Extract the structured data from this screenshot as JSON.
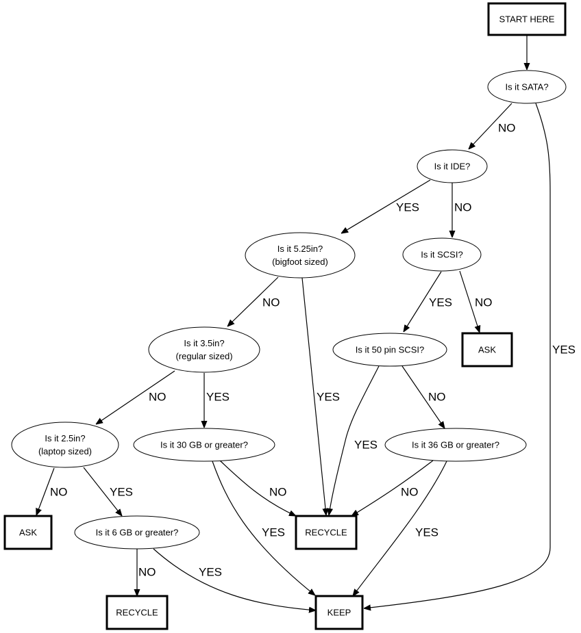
{
  "diagram": {
    "title": "Hard drive recycle decision flowchart",
    "nodes": [
      {
        "id": "start",
        "shape": "box",
        "lines": [
          "START HERE"
        ]
      },
      {
        "id": "sata",
        "shape": "ellipse",
        "lines": [
          "Is it SATA?"
        ]
      },
      {
        "id": "ide",
        "shape": "ellipse",
        "lines": [
          "Is it IDE?"
        ]
      },
      {
        "id": "in525",
        "shape": "ellipse",
        "lines": [
          "Is it 5.25in?",
          "(bigfoot sized)"
        ]
      },
      {
        "id": "scsi",
        "shape": "ellipse",
        "lines": [
          "Is it SCSI?"
        ]
      },
      {
        "id": "in35",
        "shape": "ellipse",
        "lines": [
          "Is it 3.5in?",
          "(regular sized)"
        ]
      },
      {
        "id": "pin50",
        "shape": "ellipse",
        "lines": [
          "Is it 50 pin SCSI?"
        ]
      },
      {
        "id": "ask1",
        "shape": "box",
        "lines": [
          "ASK"
        ]
      },
      {
        "id": "in25",
        "shape": "ellipse",
        "lines": [
          "Is it 2.5in?",
          "(laptop sized)"
        ]
      },
      {
        "id": "gb30",
        "shape": "ellipse",
        "lines": [
          "Is it 30 GB or greater?"
        ]
      },
      {
        "id": "gb36",
        "shape": "ellipse",
        "lines": [
          "Is it 36 GB or greater?"
        ]
      },
      {
        "id": "ask2",
        "shape": "box",
        "lines": [
          "ASK"
        ]
      },
      {
        "id": "gb6",
        "shape": "ellipse",
        "lines": [
          "Is it 6 GB or greater?"
        ]
      },
      {
        "id": "recycle1",
        "shape": "box",
        "lines": [
          "RECYCLE"
        ]
      },
      {
        "id": "recycle2",
        "shape": "box",
        "lines": [
          "RECYCLE"
        ]
      },
      {
        "id": "keep",
        "shape": "box",
        "lines": [
          "KEEP"
        ]
      }
    ],
    "edges": [
      {
        "from": "start",
        "to": "sata",
        "label": ""
      },
      {
        "from": "sata",
        "to": "ide",
        "label": "NO"
      },
      {
        "from": "sata",
        "to": "keep",
        "label": "YES"
      },
      {
        "from": "ide",
        "to": "in525",
        "label": "YES"
      },
      {
        "from": "ide",
        "to": "scsi",
        "label": "NO"
      },
      {
        "from": "in525",
        "to": "in35",
        "label": "NO"
      },
      {
        "from": "in525",
        "to": "recycle1",
        "label": "YES"
      },
      {
        "from": "scsi",
        "to": "pin50",
        "label": "YES"
      },
      {
        "from": "scsi",
        "to": "ask1",
        "label": "NO"
      },
      {
        "from": "in35",
        "to": "in25",
        "label": "NO"
      },
      {
        "from": "in35",
        "to": "gb30",
        "label": "YES"
      },
      {
        "from": "pin50",
        "to": "recycle1",
        "label": "YES"
      },
      {
        "from": "pin50",
        "to": "gb36",
        "label": "NO"
      },
      {
        "from": "in25",
        "to": "ask2",
        "label": "NO"
      },
      {
        "from": "in25",
        "to": "gb6",
        "label": "YES"
      },
      {
        "from": "gb30",
        "to": "recycle1",
        "label": "NO"
      },
      {
        "from": "gb30",
        "to": "keep",
        "label": "YES"
      },
      {
        "from": "gb36",
        "to": "recycle1",
        "label": "NO"
      },
      {
        "from": "gb36",
        "to": "keep",
        "label": "YES"
      },
      {
        "from": "gb6",
        "to": "recycle2",
        "label": "NO"
      },
      {
        "from": "gb6",
        "to": "keep",
        "label": "YES"
      }
    ]
  }
}
